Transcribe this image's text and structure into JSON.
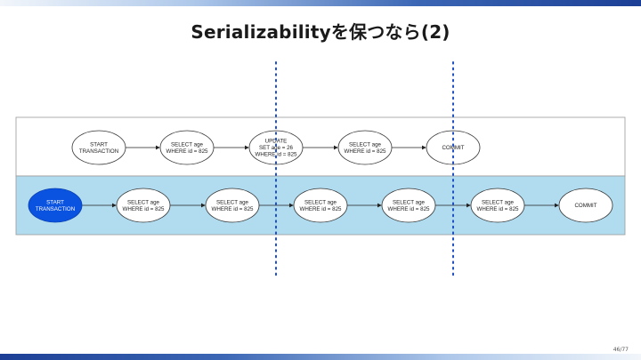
{
  "slide": {
    "title": "Serializabilityを保つなら(2)",
    "page_number": "46/77"
  },
  "colors": {
    "accent_blue": "#0a52e0",
    "lane_bottom_fill": "#b1dcef",
    "divider_blue": "#1f4fc4"
  },
  "diagram": {
    "top_lane": {
      "nodes": [
        [
          "START",
          "TRANSACTION"
        ],
        [
          "SELECT age",
          "WHERE id = 825"
        ],
        [
          "UPDATE",
          "SET age = 26",
          "WHERE id = 825"
        ],
        [
          "SELECT age",
          "WHERE id = 825"
        ],
        [
          "COMMIT"
        ]
      ]
    },
    "bottom_lane": {
      "nodes": [
        [
          "START",
          "TRANSACTION"
        ],
        [
          "SELECT age",
          "WHERE id = 825"
        ],
        [
          "SELECT age",
          "WHERE id = 825"
        ],
        [
          "SELECT age",
          "WHERE id = 825"
        ],
        [
          "SELECT age",
          "WHERE id = 825"
        ],
        [
          "SELECT age",
          "WHERE id = 825"
        ],
        [
          "COMMIT"
        ]
      ]
    }
  }
}
